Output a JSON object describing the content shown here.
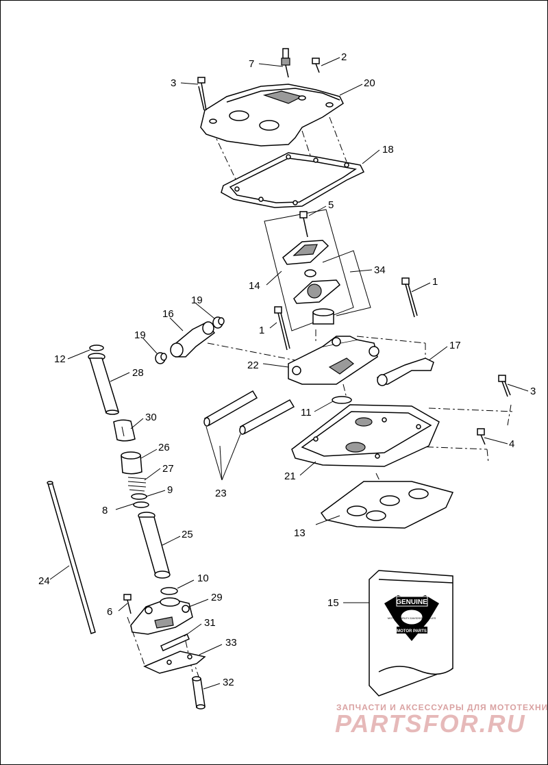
{
  "callouts": [
    {
      "id": "c1a",
      "text": "1"
    },
    {
      "id": "c1b",
      "text": "1"
    },
    {
      "id": "c2",
      "text": "2"
    },
    {
      "id": "c3a",
      "text": "3"
    },
    {
      "id": "c3b",
      "text": "3"
    },
    {
      "id": "c4",
      "text": "4"
    },
    {
      "id": "c5",
      "text": "5"
    },
    {
      "id": "c6",
      "text": "6"
    },
    {
      "id": "c7",
      "text": "7"
    },
    {
      "id": "c8",
      "text": "8"
    },
    {
      "id": "c9",
      "text": "9"
    },
    {
      "id": "c10",
      "text": "10"
    },
    {
      "id": "c11",
      "text": "11"
    },
    {
      "id": "c12",
      "text": "12"
    },
    {
      "id": "c13",
      "text": "13"
    },
    {
      "id": "c14",
      "text": "14"
    },
    {
      "id": "c15",
      "text": "15"
    },
    {
      "id": "c16",
      "text": "16"
    },
    {
      "id": "c17",
      "text": "17"
    },
    {
      "id": "c18",
      "text": "18"
    },
    {
      "id": "c19a",
      "text": "19"
    },
    {
      "id": "c19b",
      "text": "19"
    },
    {
      "id": "c20",
      "text": "20"
    },
    {
      "id": "c21",
      "text": "21"
    },
    {
      "id": "c22",
      "text": "22"
    },
    {
      "id": "c23",
      "text": "23"
    },
    {
      "id": "c24",
      "text": "24"
    },
    {
      "id": "c25",
      "text": "25"
    },
    {
      "id": "c26",
      "text": "26"
    },
    {
      "id": "c27",
      "text": "27"
    },
    {
      "id": "c28",
      "text": "28"
    },
    {
      "id": "c29",
      "text": "29"
    },
    {
      "id": "c30",
      "text": "30"
    },
    {
      "id": "c31",
      "text": "31"
    },
    {
      "id": "c32",
      "text": "32"
    },
    {
      "id": "c33",
      "text": "33"
    },
    {
      "id": "c34",
      "text": "34"
    }
  ],
  "logo": {
    "top_text": "GENUINE",
    "inner_text": "MOTOR HARLEY-DAVIDSON CYCLES",
    "bottom_text": "MOTOR PARTS"
  },
  "watermark": {
    "line1": "ЗАПЧАСТИ И АКСЕССУАРЫ ДЛЯ МОТОТЕХНИКИ",
    "line2": "PARTSFOR.RU"
  },
  "colors": {
    "line": "#000000",
    "shade": "#9a9a9a",
    "watermark": "#e6b9b9"
  }
}
